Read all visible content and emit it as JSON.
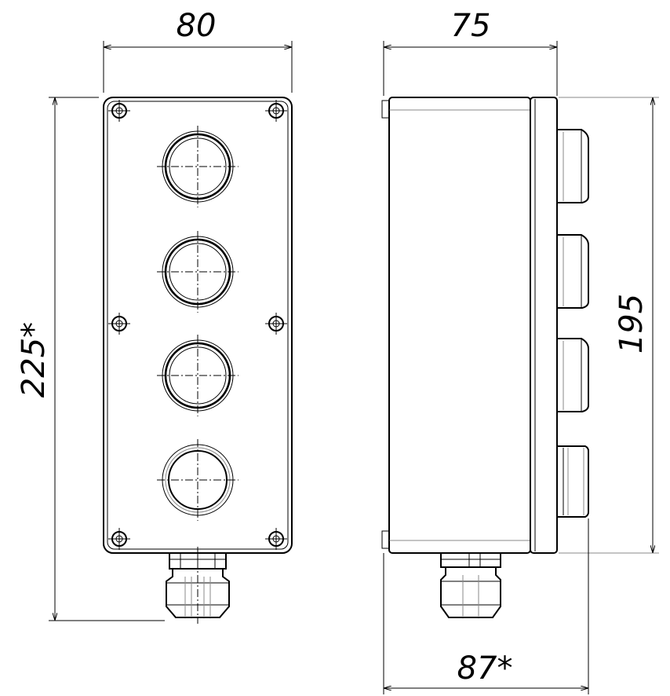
{
  "dimensions": {
    "front_width": "80",
    "front_height": "225*",
    "side_depth": "75",
    "side_height": "195",
    "overall_depth": "87*"
  },
  "front_view": {
    "buttons": 4,
    "screws": 6
  },
  "side_view": {
    "buttons": 4
  }
}
